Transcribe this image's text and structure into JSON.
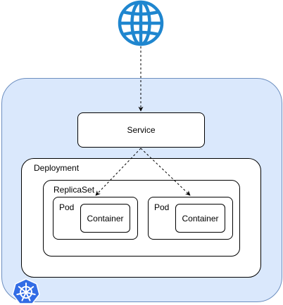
{
  "diagram": {
    "service": {
      "label": "Service"
    },
    "deployment": {
      "label": "Deployment"
    },
    "replicaset": {
      "label": "ReplicaSet"
    },
    "pods": [
      {
        "label": "Pod",
        "container": "Container"
      },
      {
        "label": "Pod",
        "container": "Container"
      }
    ]
  },
  "icons": {
    "internet": "globe-icon",
    "kubernetes": "kubernetes-icon"
  },
  "colors": {
    "cluster_fill": "#dae8fc",
    "cluster_border": "#6c8ebf",
    "globe": "#1f86cf",
    "kubernetes": "#326ce5"
  }
}
